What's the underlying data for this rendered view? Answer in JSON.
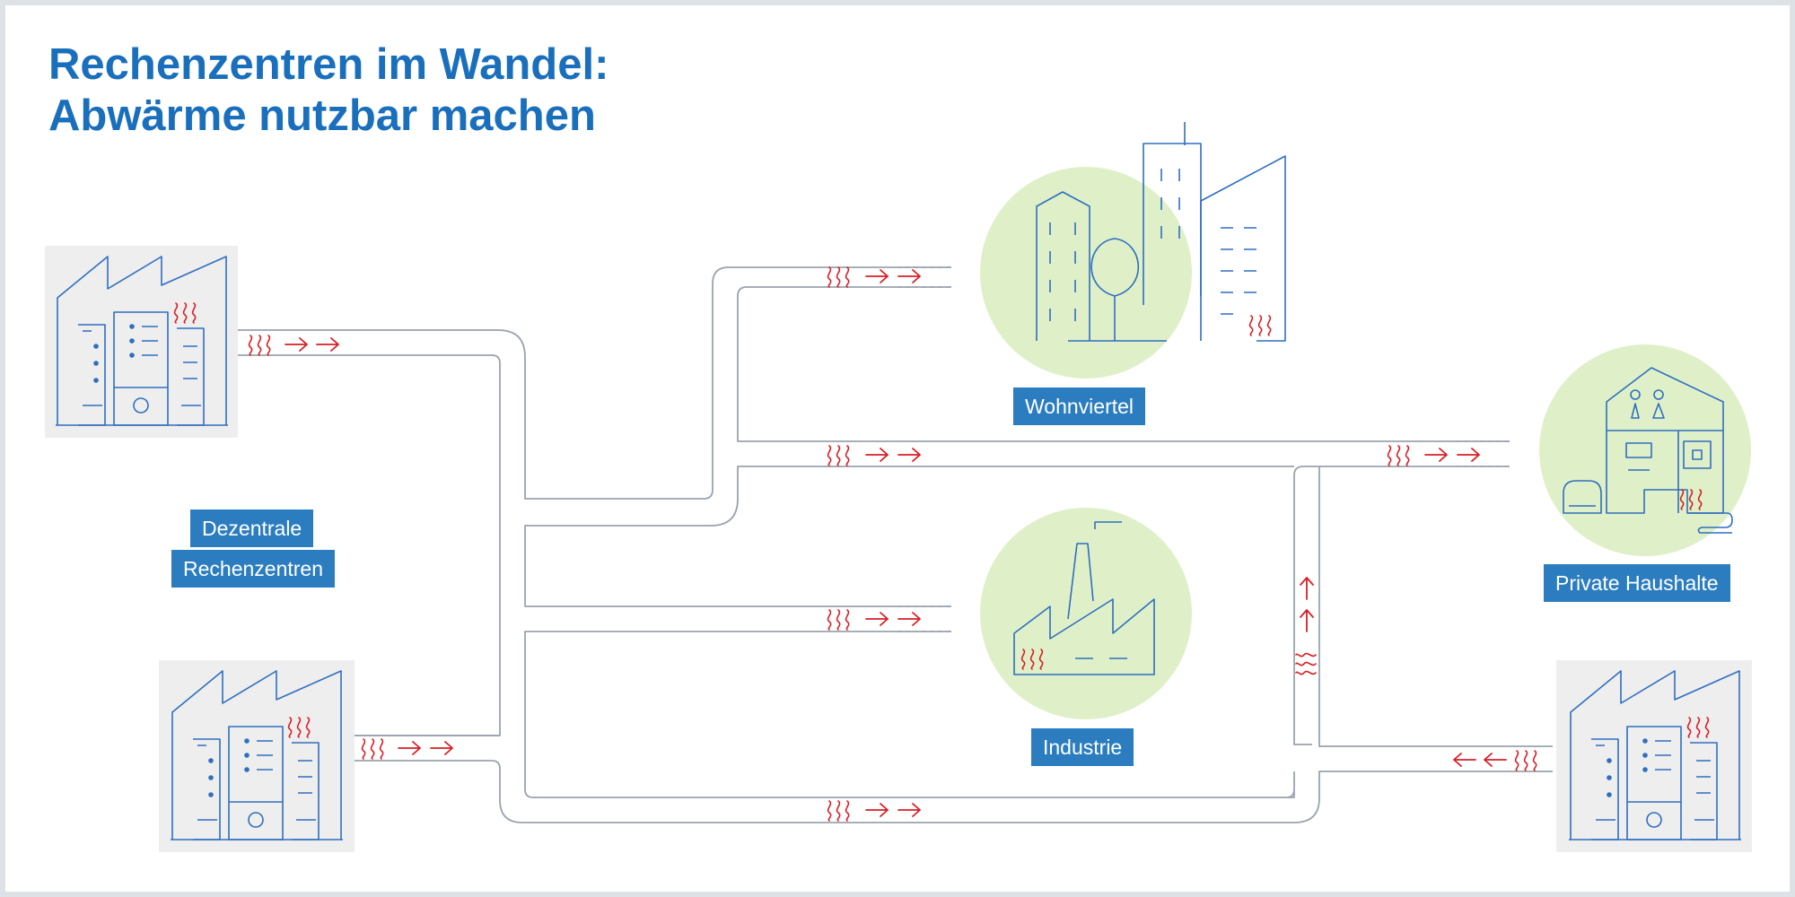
{
  "title": {
    "line1": "Rechenzentren im Wandel:",
    "line2": "Abwärme nutzbar machen"
  },
  "labels": {
    "decentral_line1": "Dezentrale",
    "decentral_line2": "Rechenzentren",
    "residential": "Wohnviertel",
    "industry": "Industrie",
    "households": "Private Haushalte"
  },
  "colors": {
    "title": "#1a6fbd",
    "label_bg": "#2b7dc0",
    "icon_line": "#2f6fbf",
    "pipe": "#9aa3ad",
    "heat": "#d71f26",
    "consumer_circle": "#dff0c9",
    "datacenter_bg": "#eeeeee"
  },
  "icons": [
    "datacenter-icon",
    "residential-district-icon",
    "industry-icon",
    "household-icon",
    "heat-wave-icon",
    "arrow-icon"
  ]
}
